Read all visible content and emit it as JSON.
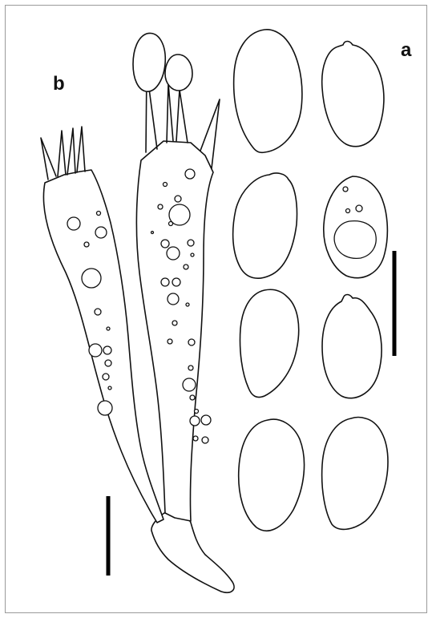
{
  "figure": {
    "panel_labels": {
      "a": "a",
      "b": "b"
    },
    "panel_a": {
      "content": "spores",
      "spore_count": 8
    },
    "panel_b": {
      "content": "basidia",
      "basidium_count": 2
    },
    "scale_bars": 2,
    "colors": {
      "line": "#111111",
      "background": "#ffffff",
      "frame": "#9a9a9a"
    }
  }
}
